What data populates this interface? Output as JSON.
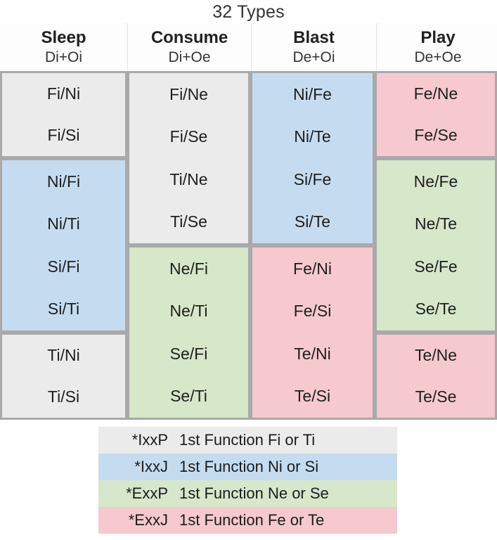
{
  "title": "32 Types",
  "header": {
    "columns": [
      {
        "name": "Sleep",
        "sub": "Di+Oi"
      },
      {
        "name": "Consume",
        "sub": "Di+Oe"
      },
      {
        "name": "Blast",
        "sub": "De+Oi"
      },
      {
        "name": "Play",
        "sub": "De+Oe"
      }
    ]
  },
  "palette": {
    "gray": "#ebebeb",
    "blue": "#c5dcf0",
    "green": "#d7e7ca",
    "pink": "#f5c9cd",
    "border": "#a9a9a9"
  },
  "grid": {
    "rows": 8,
    "columns": [
      {
        "header": "Sleep",
        "blocks": [
          {
            "color": "gray",
            "startRow": 1,
            "span": 2,
            "cells": [
              "Fi/Ni",
              "Fi/Si"
            ]
          },
          {
            "color": "blue",
            "startRow": 3,
            "span": 4,
            "cells": [
              "Ni/Fi",
              "Ni/Ti",
              "Si/Fi",
              "Si/Ti"
            ]
          },
          {
            "color": "gray",
            "startRow": 7,
            "span": 2,
            "cells": [
              "Ti/Ni",
              "Ti/Si"
            ]
          }
        ]
      },
      {
        "header": "Consume",
        "blocks": [
          {
            "color": "gray",
            "startRow": 1,
            "span": 4,
            "cells": [
              "Fi/Ne",
              "Fi/Se",
              "Ti/Ne",
              "Ti/Se"
            ]
          },
          {
            "color": "green",
            "startRow": 5,
            "span": 4,
            "cells": [
              "Ne/Fi",
              "Ne/Ti",
              "Se/Fi",
              "Se/Ti"
            ]
          }
        ]
      },
      {
        "header": "Blast",
        "blocks": [
          {
            "color": "blue",
            "startRow": 1,
            "span": 4,
            "cells": [
              "Ni/Fe",
              "Ni/Te",
              "Si/Fe",
              "Si/Te"
            ]
          },
          {
            "color": "pink",
            "startRow": 5,
            "span": 4,
            "cells": [
              "Fe/Ni",
              "Fe/Si",
              "Te/Ni",
              "Te/Si"
            ]
          }
        ]
      },
      {
        "header": "Play",
        "blocks": [
          {
            "color": "pink",
            "startRow": 1,
            "span": 2,
            "cells": [
              "Fe/Ne",
              "Fe/Se"
            ]
          },
          {
            "color": "green",
            "startRow": 3,
            "span": 4,
            "cells": [
              "Ne/Fe",
              "Ne/Te",
              "Se/Fe",
              "Se/Te"
            ]
          },
          {
            "color": "pink",
            "startRow": 7,
            "span": 2,
            "cells": [
              "Te/Ne",
              "Te/Se"
            ]
          }
        ]
      }
    ]
  },
  "legend": {
    "rows": [
      {
        "key": "*IxxP",
        "desc": "1st Function Fi or Ti",
        "color": "gray"
      },
      {
        "key": "*IxxJ",
        "desc": "1st Function Ni or Si",
        "color": "blue"
      },
      {
        "key": "*ExxP",
        "desc": "1st Function Ne or Se",
        "color": "green"
      },
      {
        "key": "*ExxJ",
        "desc": "1st Function Fe or Te",
        "color": "pink"
      }
    ]
  }
}
